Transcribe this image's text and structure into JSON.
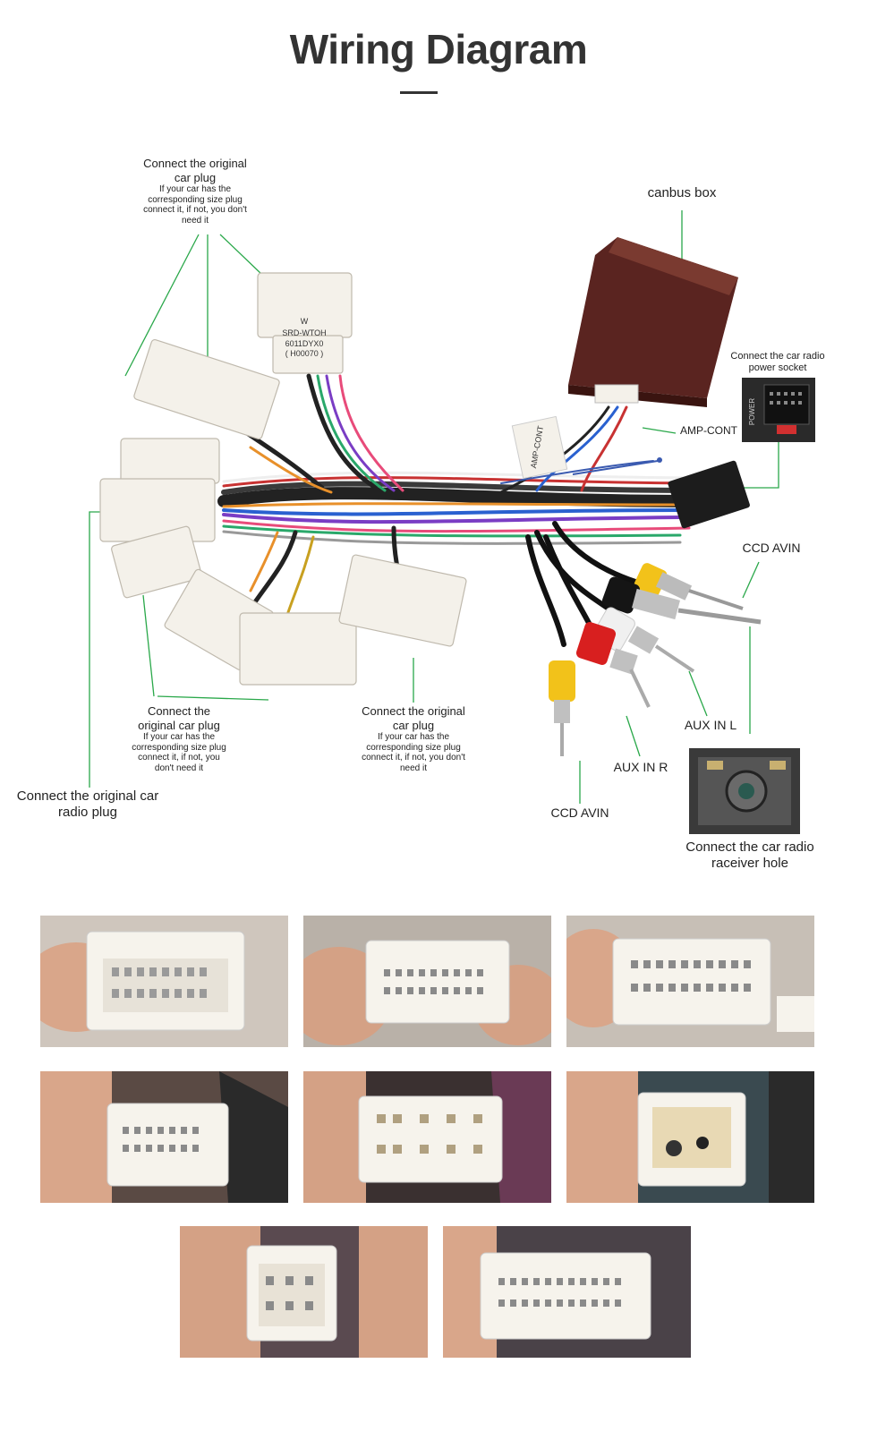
{
  "title": "Wiring Diagram",
  "labels": {
    "top_plug_main": "Connect the original car plug",
    "top_plug_sub": "If your car has the corresponding size plug connect it, if not, you don't need it",
    "canbus": "canbus box",
    "power_socket": "Connect the car radio power socket",
    "amp_cont": "AMP-CONT",
    "ccd_avin_right": "CCD AVIN",
    "aux_in_l": "AUX IN L",
    "aux_in_r": "AUX IN R",
    "ccd_avin_bottom": "CCD AVIN",
    "mid_plug_left_main": "Connect the original car plug",
    "mid_plug_left_sub": "If your car has the corresponding size plug connect it, if not, you don't need it",
    "mid_plug_right_main": "Connect the original car plug",
    "mid_plug_right_sub": "If your car has the corresponding size plug connect it, if not, you don't need it",
    "radio_plug": "Connect the original car radio plug",
    "receiver_hole": "Connect the  car radio raceiver hole"
  },
  "component_text": {
    "plug_print_1": "W",
    "plug_print_2": "SRD-WTOH",
    "plug_print_3": "6011DYX0",
    "plug_print_4": "( H00070 )",
    "tag_amp": "AMP-CONT",
    "power_print": "POWER"
  },
  "colors": {
    "leader_line": "#2aa84a",
    "title": "#333333",
    "canbus_box": "#5a2420"
  }
}
